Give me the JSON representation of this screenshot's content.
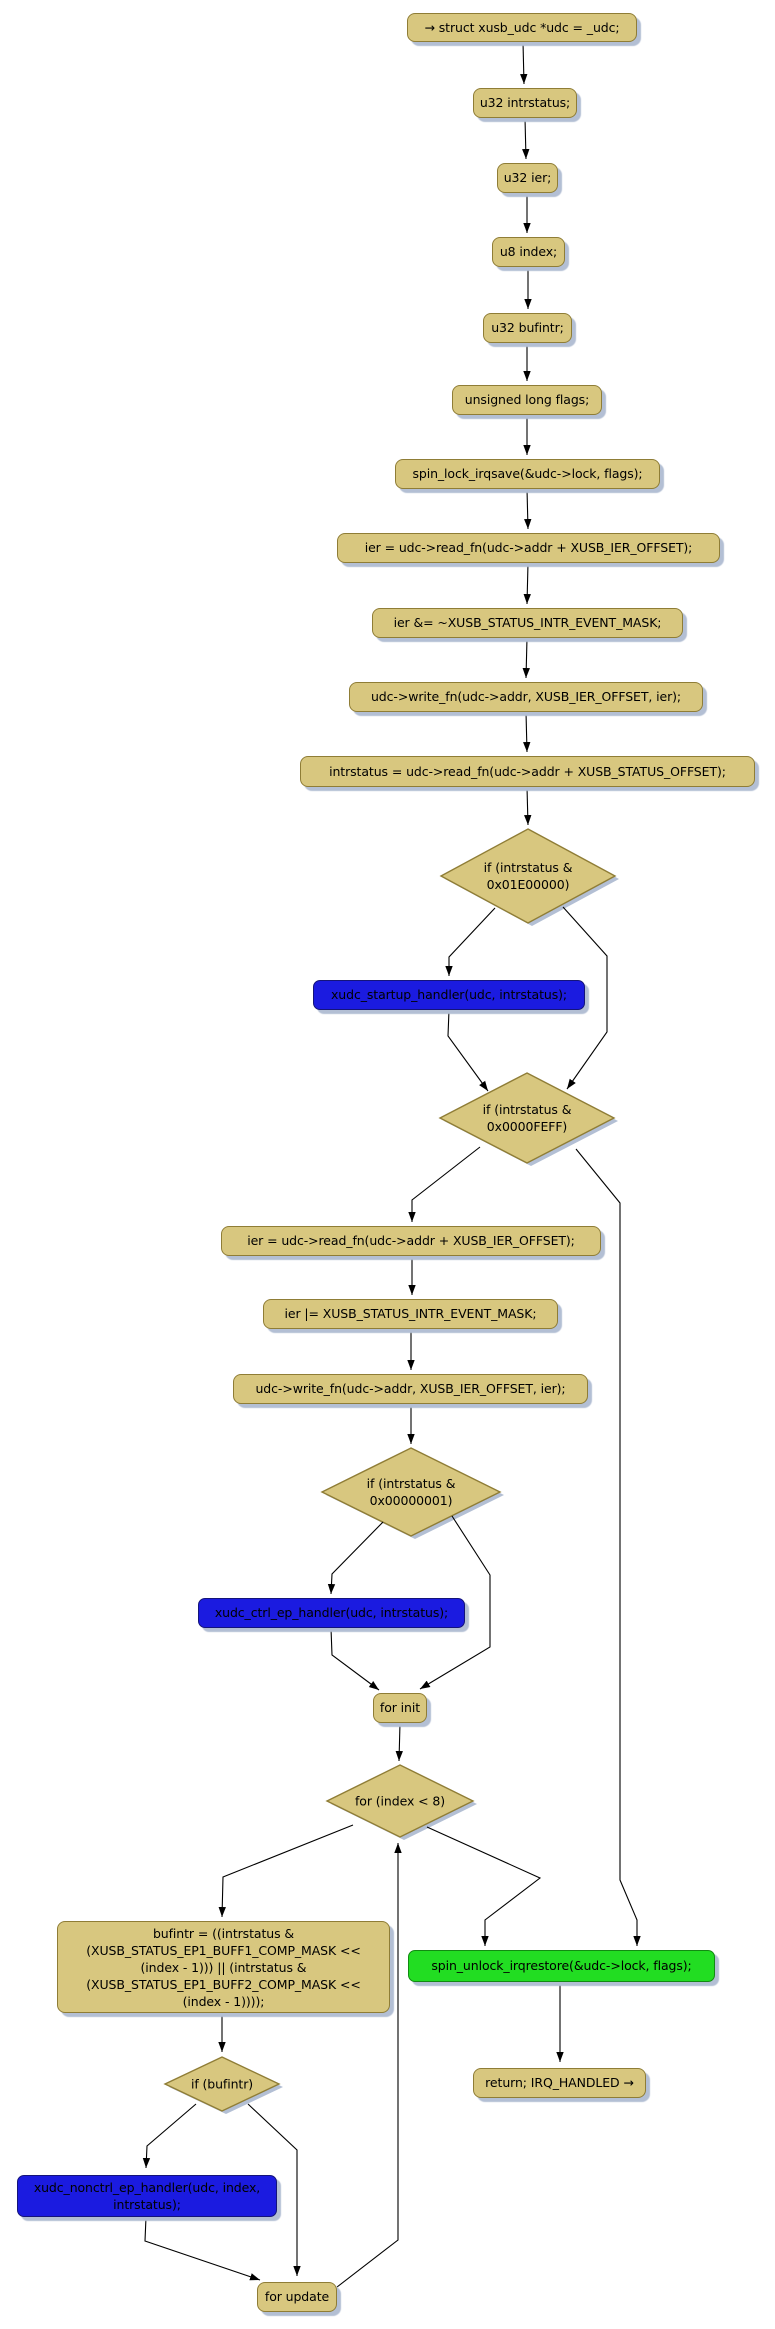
{
  "diagram": {
    "description": "control-flow diagram of an interrupt handler",
    "colors": {
      "process_fill": "#d8c77f",
      "process_border": "#8f7d36",
      "call_fill": "#1b1be0",
      "call_border": "#14147a",
      "ok_fill": "#22dd22",
      "ok_border": "#128a12",
      "shadow": "#b3bfd4",
      "edge": "#000000"
    },
    "nodes": {
      "start": {
        "type": "entry",
        "label": "→ struct xusb_udc *udc = _udc;"
      },
      "decl_intrstatus": {
        "type": "process",
        "label": "u32 intrstatus;"
      },
      "decl_ier": {
        "type": "process",
        "label": "u32 ier;"
      },
      "decl_index": {
        "type": "process",
        "label": "u8 index;"
      },
      "decl_bufintr": {
        "type": "process",
        "label": "u32 bufintr;"
      },
      "decl_flags": {
        "type": "process",
        "label": "unsigned long flags;"
      },
      "spin_lock": {
        "type": "process",
        "label": "spin_lock_irqsave(&udc->lock, flags);"
      },
      "ier_read_1": {
        "type": "process",
        "label": "ier = udc->read_fn(udc->addr + XUSB_IER_OFFSET);"
      },
      "ier_mask_clear": {
        "type": "process",
        "label": "ier &= ~XUSB_STATUS_INTR_EVENT_MASK;"
      },
      "write_ier_1": {
        "type": "process",
        "label": "udc->write_fn(udc->addr, XUSB_IER_OFFSET, ier);"
      },
      "read_status": {
        "type": "process",
        "label": "intrstatus = udc->read_fn(udc->addr + XUSB_STATUS_OFFSET);"
      },
      "if_startup": {
        "type": "decision",
        "label": "if (intrstatus &\n0x01E00000)"
      },
      "startup_handler": {
        "type": "call",
        "label": "xudc_startup_handler(udc, intrstatus);"
      },
      "if_feff": {
        "type": "decision",
        "label": "if (intrstatus &\n0x0000FEFF)"
      },
      "ier_read_2": {
        "type": "process",
        "label": "ier = udc->read_fn(udc->addr + XUSB_IER_OFFSET);"
      },
      "ier_mask_set": {
        "type": "process",
        "label": "ier |= XUSB_STATUS_INTR_EVENT_MASK;"
      },
      "write_ier_2": {
        "type": "process",
        "label": "udc->write_fn(udc->addr, XUSB_IER_OFFSET, ier);"
      },
      "if_ctrl": {
        "type": "decision",
        "label": "if (intrstatus &\n0x00000001)"
      },
      "ctrl_ep_handler": {
        "type": "call",
        "label": "xudc_ctrl_ep_handler(udc, intrstatus);"
      },
      "for_init": {
        "type": "process",
        "label": "for init"
      },
      "for_cond": {
        "type": "decision",
        "label": "for (index < 8)"
      },
      "bufintr_calc": {
        "type": "process",
        "label": "bufintr = ((intrstatus &\n(XUSB_STATUS_EP1_BUFF1_COMP_MASK <<\n(index - 1))) || (intrstatus &\n(XUSB_STATUS_EP1_BUFF2_COMP_MASK <<\n(index - 1))));"
      },
      "if_bufintr": {
        "type": "decision",
        "label": "if (bufintr)"
      },
      "nonctrl_ep_handler": {
        "type": "call",
        "label": "xudc_nonctrl_ep_handler(udc, index,\nintrstatus);"
      },
      "for_update": {
        "type": "process",
        "label": "for update"
      },
      "spin_unlock": {
        "type": "ok",
        "label": "spin_unlock_irqrestore(&udc->lock, flags);"
      },
      "return": {
        "type": "exit",
        "label": "return; IRQ_HANDLED →"
      }
    }
  }
}
